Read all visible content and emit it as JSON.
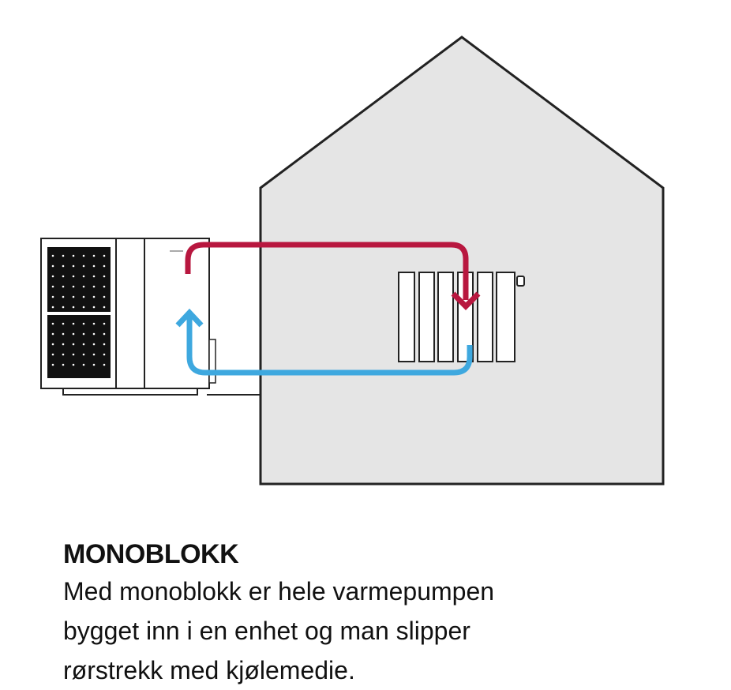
{
  "caption": {
    "title": "MONOBLOKK",
    "lines": [
      "Med monoblokk er hele varmepumpen",
      "bygget inn i en enhet og man slipper",
      "rørstrekk med kjølemedie."
    ]
  },
  "colors": {
    "house": "#e5e5e5",
    "supply": "#b8173f",
    "return": "#3ea8df",
    "outline": "#222222"
  },
  "icons": [
    "house-icon",
    "heat-pump-unit-icon",
    "radiator-icon",
    "flow-arrow-icon"
  ]
}
